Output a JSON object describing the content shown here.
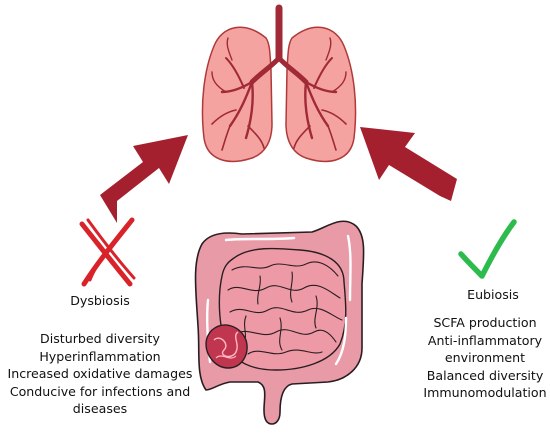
{
  "left_panel": {
    "title": "Dysbiosis",
    "items": [
      "Disturbed diversity",
      "Hyperinflammation",
      "Increased oxidative damages",
      "Conducive for infections and",
      "diseases"
    ],
    "icon": "cross-icon",
    "icon_color": "#d9232a"
  },
  "right_panel": {
    "title": "Eubiosis",
    "items": [
      "SCFA production",
      "Anti-inflammatory",
      "environment",
      "Balanced diversity",
      "Immunomodulation"
    ],
    "icon": "check-icon",
    "icon_color": "#2dbb4e"
  },
  "colors": {
    "arrow": "#a5202e",
    "lung_fill": "#f4a3a0",
    "lung_stroke": "#b03a3a",
    "airway": "#a02a36",
    "gut_fill": "#e99aa7",
    "gut_stroke": "#2a1d22"
  }
}
